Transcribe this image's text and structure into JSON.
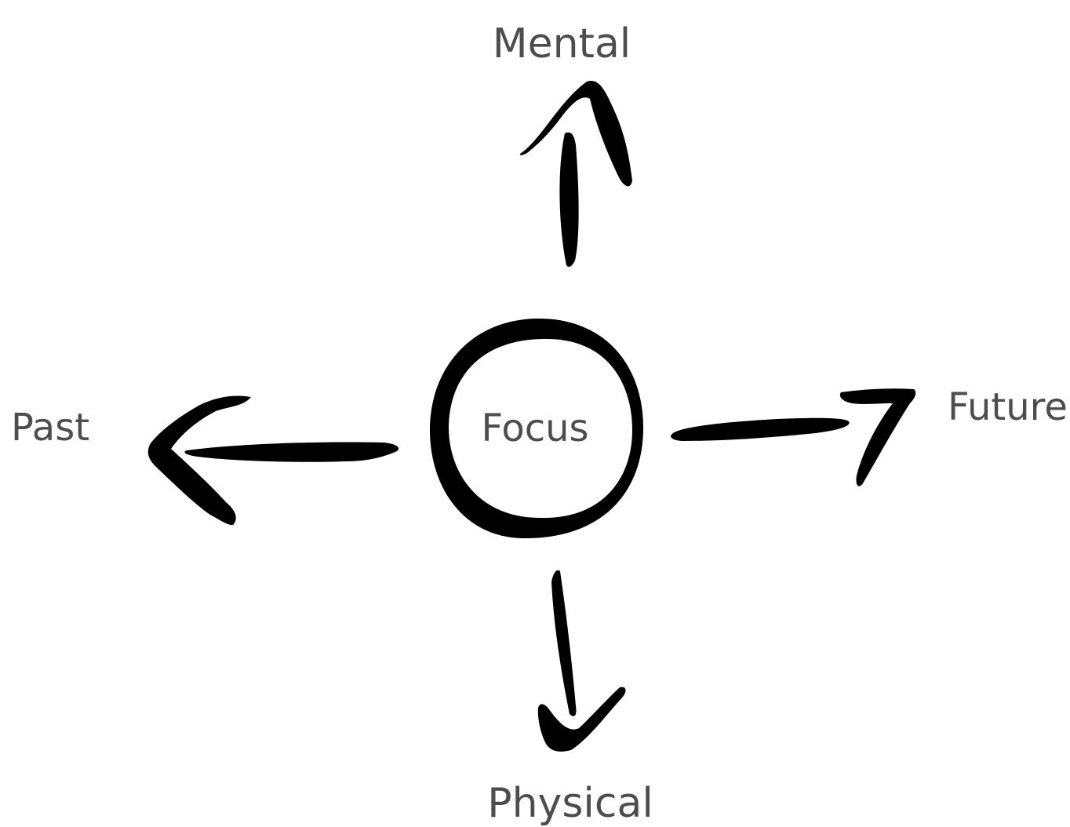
{
  "diagram": {
    "center_label": "Focus",
    "labels": {
      "top": "Mental",
      "bottom": "Physical",
      "left": "Past",
      "right": "Future"
    }
  },
  "colors": {
    "label": "#4d4d4d",
    "stroke": "#000000",
    "background": "#ffffff"
  }
}
